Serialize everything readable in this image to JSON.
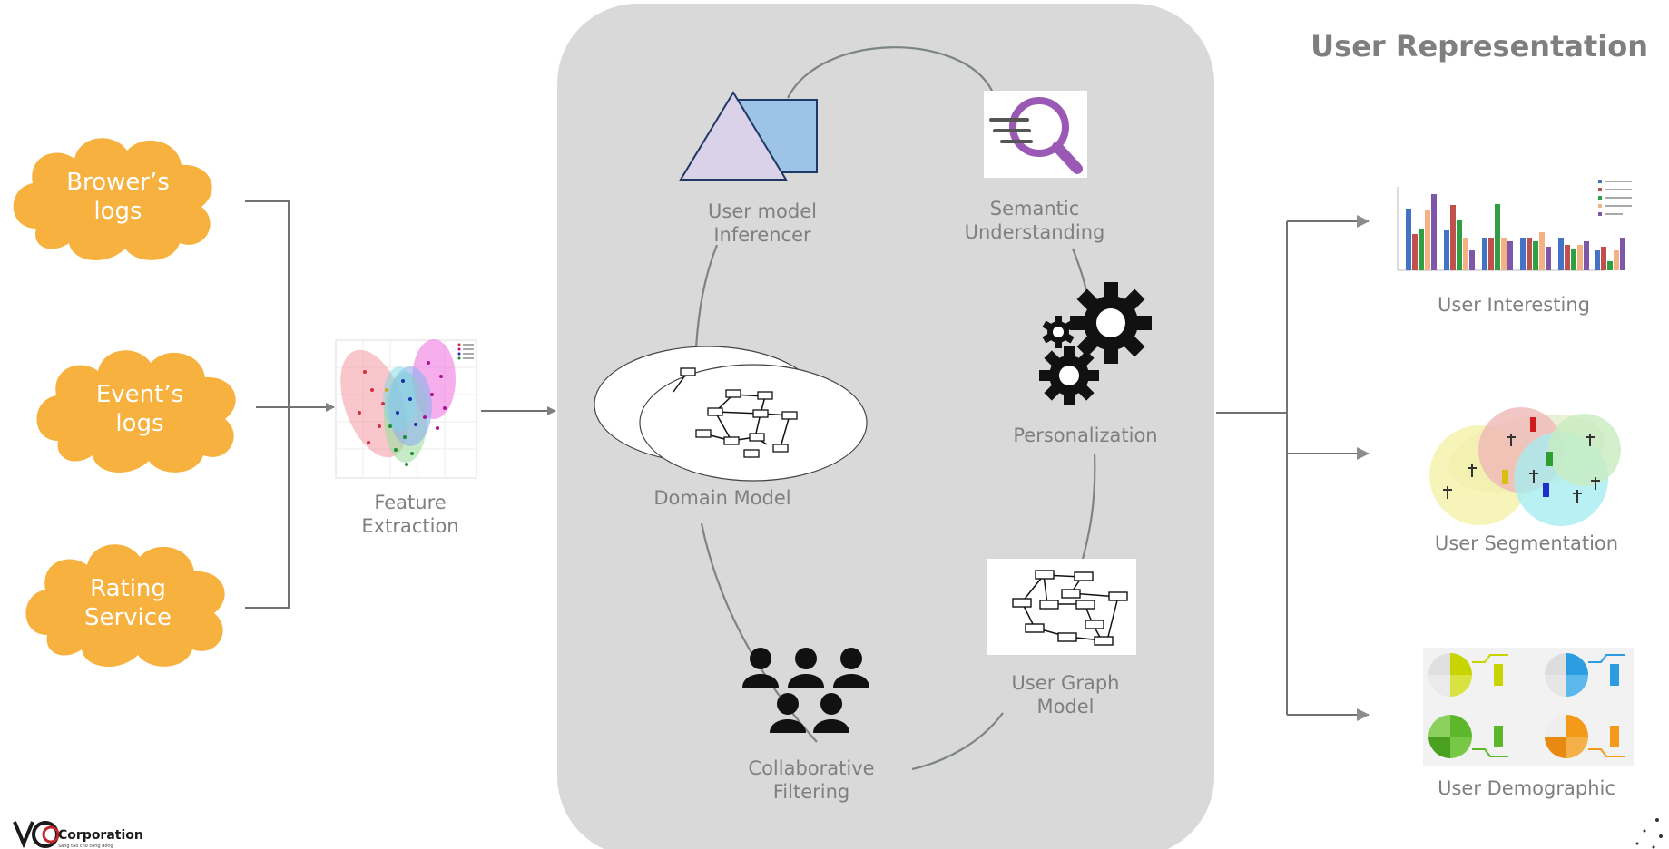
{
  "title": "User Representation",
  "sources": [
    {
      "line1": "Brower’s",
      "line2": "logs"
    },
    {
      "line1": "Event’s",
      "line2": "logs"
    },
    {
      "line1": "Rating",
      "line2": "Service"
    }
  ],
  "feature_extraction": {
    "line1": "Feature",
    "line2": "Extraction"
  },
  "cycle": {
    "user_model": {
      "line1": "User model",
      "line2": "Inferencer"
    },
    "semantic": {
      "line1": "Semantic",
      "line2": "Understanding"
    },
    "personalization": "Personalization",
    "domain_model": "Domain Model",
    "user_graph": {
      "line1": "User Graph",
      "line2": "Model"
    },
    "collaborative": {
      "line1": "Collaborative",
      "line2": "Filtering"
    }
  },
  "outputs": {
    "interesting": "User Interesting",
    "segmentation": "User Segmentation",
    "demographic": "User Demographic"
  },
  "logo": {
    "name": "Corporation",
    "tagline": "Sáng tạo cho cộng đồng"
  },
  "colors": {
    "cloud": "#f7b13f",
    "panel": "#d9d9d9",
    "label": "#7f7f7f",
    "connector": "#6f7470"
  }
}
